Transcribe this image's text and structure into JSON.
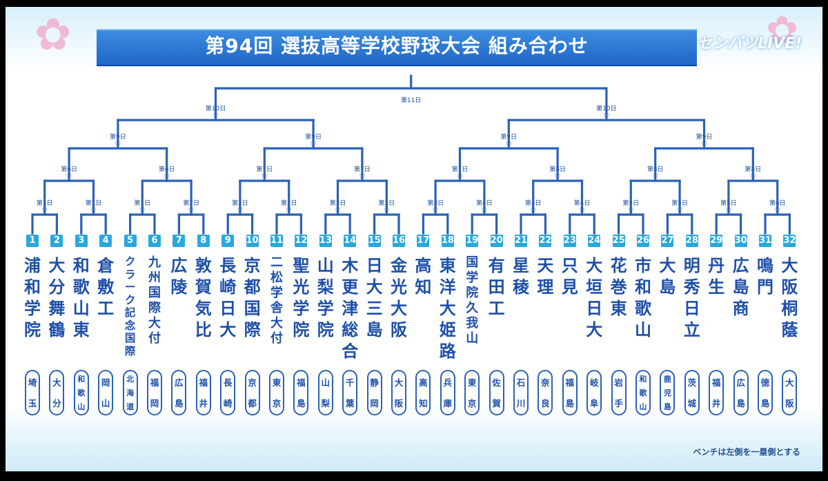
{
  "header": {
    "title": "第94回 選抜高等学校野球大会 組み合わせ",
    "logo": "センバツLIVE!"
  },
  "note": "ベンチは左側を一塁側とする",
  "colors": {
    "line": "#2a61b8",
    "number_bg": "#2aa7de",
    "title_bg": "#2d7bd8",
    "text": "#1d4fa8"
  },
  "teams": [
    {
      "num": "1",
      "school": "浦和学院",
      "pref": "埼玉"
    },
    {
      "num": "2",
      "school": "大分舞鶴",
      "pref": "大分"
    },
    {
      "num": "3",
      "school": "和歌山東",
      "pref": "和歌山"
    },
    {
      "num": "4",
      "school": "倉敷工",
      "pref": "岡山"
    },
    {
      "num": "5",
      "school": "クラーク記念国際",
      "pref": "北海道"
    },
    {
      "num": "6",
      "school": "九州国際大付",
      "pref": "福岡"
    },
    {
      "num": "7",
      "school": "広陵",
      "pref": "広島"
    },
    {
      "num": "8",
      "school": "敦賀気比",
      "pref": "福井"
    },
    {
      "num": "9",
      "school": "長崎日大",
      "pref": "長崎"
    },
    {
      "num": "10",
      "school": "京都国際",
      "pref": "京都"
    },
    {
      "num": "11",
      "school": "二松学舎大付",
      "pref": "東京"
    },
    {
      "num": "12",
      "school": "聖光学院",
      "pref": "福島"
    },
    {
      "num": "13",
      "school": "山梨学院",
      "pref": "山梨"
    },
    {
      "num": "14",
      "school": "木更津総合",
      "pref": "千葉"
    },
    {
      "num": "15",
      "school": "日大三島",
      "pref": "静岡"
    },
    {
      "num": "16",
      "school": "金光大阪",
      "pref": "大阪"
    },
    {
      "num": "17",
      "school": "高知",
      "pref": "高知"
    },
    {
      "num": "18",
      "school": "東洋大姫路",
      "pref": "兵庫"
    },
    {
      "num": "19",
      "school": "国学院久我山",
      "pref": "東京"
    },
    {
      "num": "20",
      "school": "有田工",
      "pref": "佐賀"
    },
    {
      "num": "21",
      "school": "星稜",
      "pref": "石川"
    },
    {
      "num": "22",
      "school": "天理",
      "pref": "奈良"
    },
    {
      "num": "23",
      "school": "只見",
      "pref": "福島"
    },
    {
      "num": "24",
      "school": "大垣日大",
      "pref": "岐阜"
    },
    {
      "num": "25",
      "school": "花巻東",
      "pref": "岩手"
    },
    {
      "num": "26",
      "school": "市和歌山",
      "pref": "和歌山"
    },
    {
      "num": "27",
      "school": "大島",
      "pref": "鹿児島"
    },
    {
      "num": "28",
      "school": "明秀日立",
      "pref": "茨城"
    },
    {
      "num": "29",
      "school": "丹生",
      "pref": "福井"
    },
    {
      "num": "30",
      "school": "広島商",
      "pref": "広島"
    },
    {
      "num": "31",
      "school": "鳴門",
      "pref": "徳島"
    },
    {
      "num": "32",
      "school": "大阪桐蔭",
      "pref": "大阪"
    }
  ],
  "rounds": {
    "r1": [
      {
        "day": "第1日",
        "slot": "①"
      },
      {
        "day": "第1日",
        "slot": "②"
      },
      {
        "day": "第1日",
        "slot": "③"
      },
      {
        "day": "第2日",
        "slot": "①"
      },
      {
        "day": "第2日",
        "slot": "②"
      },
      {
        "day": "第2日",
        "slot": "③"
      },
      {
        "day": "第3日",
        "slot": "①"
      },
      {
        "day": "第3日",
        "slot": "②"
      },
      {
        "day": "第3日",
        "slot": "③"
      },
      {
        "day": "第4日",
        "slot": "①"
      },
      {
        "day": "第4日",
        "slot": "②"
      },
      {
        "day": "第4日",
        "slot": "③"
      },
      {
        "day": "第5日",
        "slot": "①"
      },
      {
        "day": "第5日",
        "slot": "②"
      },
      {
        "day": "第5日",
        "slot": "③"
      },
      {
        "day": "第6日",
        "slot": "①"
      }
    ],
    "r2": [
      {
        "day": "第6日",
        "slot": "②"
      },
      {
        "day": "第6日",
        "slot": "③"
      },
      {
        "day": "第7日",
        "slot": "①"
      },
      {
        "day": "第7日",
        "slot": "②"
      },
      {
        "day": "第7日",
        "slot": "③"
      },
      {
        "day": "第8日",
        "slot": "①"
      },
      {
        "day": "第8日",
        "slot": "②"
      },
      {
        "day": "第8日",
        "slot": "③"
      }
    ],
    "qf": [
      {
        "day": "第9日",
        "slot": "①"
      },
      {
        "day": "第9日",
        "slot": "②"
      },
      {
        "day": "第9日",
        "slot": "③"
      },
      {
        "day": "第9日",
        "slot": "④"
      }
    ],
    "sf": [
      {
        "day": "第10日",
        "slot": "①"
      },
      {
        "day": "第10日",
        "slot": "②"
      }
    ],
    "final": {
      "day": "第11日",
      "slot": ""
    }
  }
}
